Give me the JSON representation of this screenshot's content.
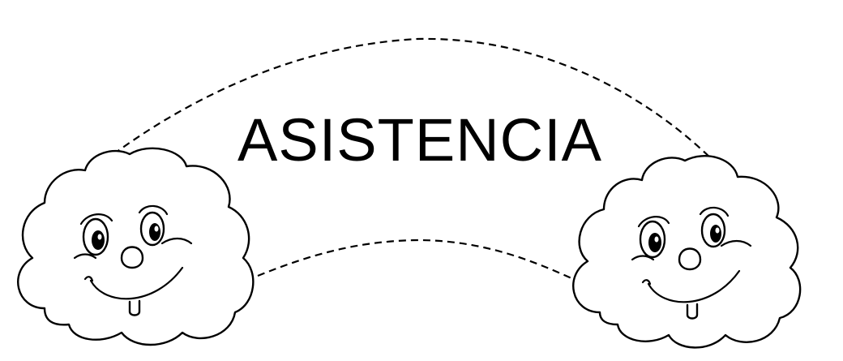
{
  "banner": {
    "title": "ASISTENCIA"
  },
  "colors": {
    "background": "#ffffff",
    "ink": "#000000"
  },
  "decorations": {
    "clouds": [
      "left-smiling-cloud",
      "right-smiling-cloud"
    ],
    "rainbow": "dashed-rainbow-arc"
  }
}
